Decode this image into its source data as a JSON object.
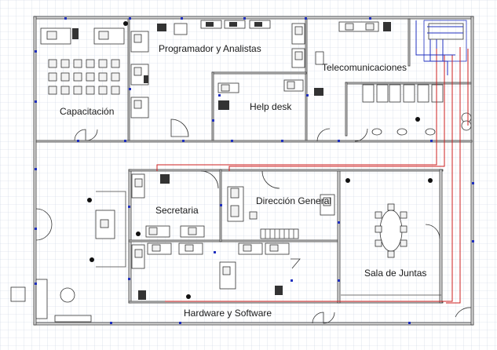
{
  "diagram": {
    "rooms": [
      {
        "id": "capacitacion",
        "label": "Capacitación"
      },
      {
        "id": "programadores",
        "label": "Programador y Analistas"
      },
      {
        "id": "telecom",
        "label": "Telecomunicaciones"
      },
      {
        "id": "helpdesk",
        "label": "Help desk"
      },
      {
        "id": "secretaria",
        "label": "Secretaria"
      },
      {
        "id": "direccion",
        "label": "Dirección General"
      },
      {
        "id": "juntas",
        "label": "Sala de Juntas"
      },
      {
        "id": "hardware",
        "label": "Hardware y Software"
      }
    ],
    "colors": {
      "grid": "#c9d3e3",
      "wall": "#3c3c3c",
      "network_node": "#1f2fbf",
      "cable_red": "#cc1f1f",
      "cable_blue": "#1f2fbf"
    }
  }
}
